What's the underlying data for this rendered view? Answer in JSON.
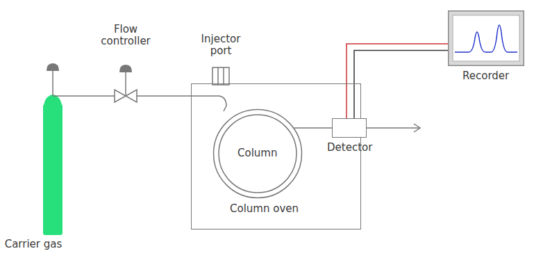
{
  "diagram": {
    "nodes": [
      {
        "text": [
          "Column oven"
        ]
      },
      {
        "text": [
          "Column"
        ],
        "in": 0
      },
      {
        "text": [
          "Detector"
        ]
      },
      {
        "text": [
          "Recorder"
        ]
      }
    ],
    "edges": [
      {
        "from": 1,
        "to": 2,
        "arrow": "none"
      },
      {
        "from": 2,
        "to": 3,
        "arrow": "none"
      }
    ],
    "labels": [
      "Carrier gas",
      "Flow controller",
      "Injector port"
    ]
  }
}
